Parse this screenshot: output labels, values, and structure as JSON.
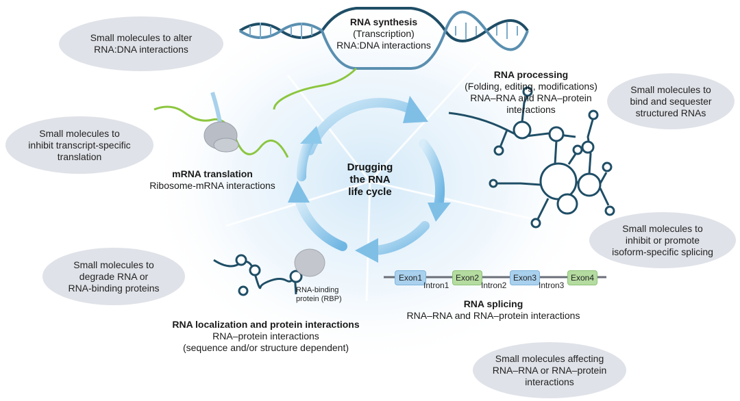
{
  "diagram": {
    "center": {
      "line1": "Drugging",
      "line2": "the RNA",
      "line3": "life cycle"
    },
    "stages": {
      "synthesis": {
        "title": "RNA synthesis",
        "line1": "(Transcription)",
        "line2": "RNA:DNA interactions"
      },
      "processing": {
        "title": "RNA processing",
        "line1": "(Folding, editing, modifications)",
        "line2": "RNA–RNA and RNA–protein",
        "line3": "interactions"
      },
      "splicing": {
        "title": "RNA splicing",
        "line1": "RNA–RNA and RNA–protein interactions"
      },
      "localization": {
        "title": "RNA localization and protein interactions",
        "line1": "RNA–protein interactions",
        "line2": "(sequence and/or structure dependent)"
      },
      "translation": {
        "title": "mRNA translation",
        "line1": "Ribosome-mRNA interactions"
      }
    },
    "bubbles": {
      "alter_rna_dna": {
        "line1": "Small molecules to alter",
        "line2": "RNA:DNA interactions"
      },
      "bind_structured": {
        "line1": "Small molecules to",
        "line2": "bind and sequester",
        "line3": "structured RNAs"
      },
      "isoform_splicing": {
        "line1": "Small molecules to",
        "line2": "inhibit or promote",
        "line3": "isoform-specific splicing"
      },
      "rna_rna_protein": {
        "line1": "Small molecules affecting",
        "line2": "RNA–RNA or RNA–protein",
        "line3": "interactions"
      },
      "degrade": {
        "line1": "Small molecules to",
        "line2": "degrade RNA or",
        "line3": "RNA-binding proteins"
      },
      "inhibit_translation": {
        "line1": "Small molecules to",
        "line2": "inhibit transcript-specific",
        "line3": "translation"
      }
    },
    "splicing_gene": {
      "exons": [
        "Exon1",
        "Exon2",
        "Exon3",
        "Exon4"
      ],
      "introns": [
        "Intron1",
        "Intron2",
        "Intron3"
      ]
    },
    "rbp_label": {
      "line1": "RNA-binding",
      "line2": "protein (RBP)"
    },
    "colors": {
      "bubble": "#dfe2e8",
      "rna_strand": "#1f4e66",
      "mrna_green": "#8cc63f",
      "cycle_blue": "#7fbfe6",
      "exon_blue": "#a9d1ee",
      "exon_green": "#b5dca0",
      "ribosome": "#b9bec6"
    }
  }
}
